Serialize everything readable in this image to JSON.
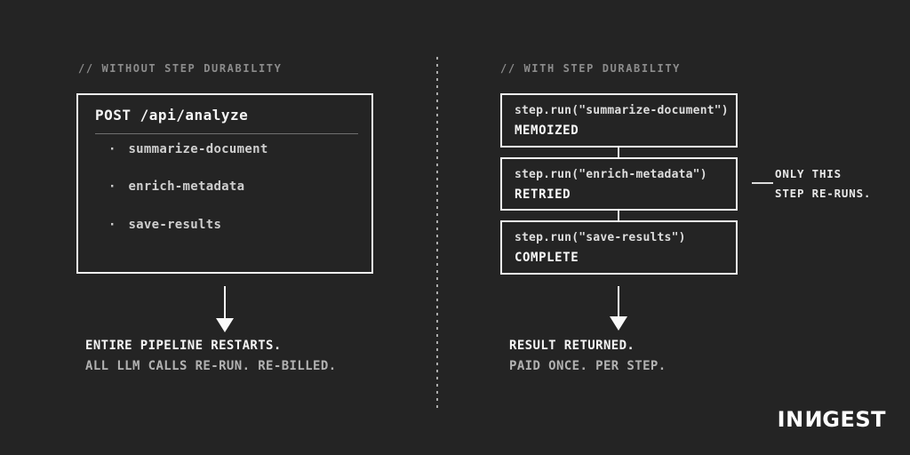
{
  "colors": {
    "background": "#242424",
    "box_border": "#f2f2f2",
    "primary_text": "#f5f5f5",
    "muted_text": "#8c8c8c",
    "secondary_text": "#b2b2b2"
  },
  "left": {
    "header": "// WITHOUT STEP DURABILITY",
    "request_box": {
      "title": "POST /api/analyze",
      "bullet": "·",
      "items": [
        "summarize-document",
        "enrich-metadata",
        "save-results"
      ]
    },
    "caption_primary": "ENTIRE PIPELINE RESTARTS.",
    "caption_secondary": "ALL LLM CALLS RE-RUN. RE-BILLED."
  },
  "right": {
    "header": "// WITH STEP DURABILITY",
    "steps": [
      {
        "code": "step.run(\"summarize-document\")",
        "status": "MEMOIZED"
      },
      {
        "code": "step.run(\"enrich-metadata\")",
        "status": "RETRIED"
      },
      {
        "code": "step.run(\"save-results\")",
        "status": "COMPLETE"
      }
    ],
    "annotation": {
      "line1": "ONLY THIS",
      "line2": "STEP RE-RUNS."
    },
    "caption_primary": "RESULT RETURNED.",
    "caption_secondary": "PAID ONCE. PER STEP."
  },
  "logo": {
    "full_text": "INNGEST",
    "prefix": "IN",
    "mirrored": "N",
    "suffix": "GEST"
  }
}
